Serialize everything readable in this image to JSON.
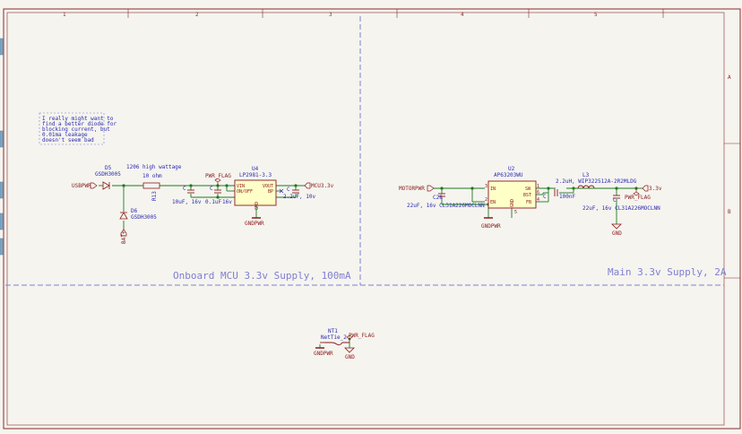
{
  "border": {
    "columns": [
      "1",
      "2",
      "3",
      "4",
      "5"
    ],
    "rows": [
      "A",
      "B"
    ]
  },
  "note": {
    "lines": [
      "I really might want to",
      "find a better diode for",
      "blocking current, but",
      "0.01ma leakage",
      "doesn't seem bad"
    ]
  },
  "mcu_supply": {
    "title": "Onboard MCU 3.3v Supply, 100mA",
    "input_label": "USBPWR",
    "bat_label": "BAT+",
    "d5": {
      "ref": "D5",
      "value": "GSDH3005"
    },
    "d6": {
      "ref": "D6",
      "value": "GSDH3005"
    },
    "r13": {
      "ref": "R13",
      "value": "10 ohm",
      "note": "1206 high wattage"
    },
    "c_in1": {
      "ref": "C",
      "value": "10uF, 16v"
    },
    "c_in2": {
      "ref": "C",
      "value": "0.1uF"
    },
    "v16": "16v",
    "pwr_flag": "PWR_FLAG",
    "u4": {
      "ref": "U4",
      "value": "LP2981-3.3",
      "pins": [
        "VIN",
        "ON/OFF",
        "VOUT",
        "BP",
        "GND"
      ]
    },
    "c_out": {
      "ref": "C",
      "value": "2.2uF, 10v"
    },
    "output_label": "MCU3.3v",
    "gnd_label": "GNDPWR"
  },
  "main_supply": {
    "title": "Main 3.3v Supply, 2A",
    "input_label": "MOTORPWR",
    "c28": {
      "ref": "C28",
      "value": "22uF, 16v CL31A226MOCLNN"
    },
    "u2": {
      "ref": "U2",
      "value": "AP63203WU",
      "pins": [
        "IN",
        "EN",
        "SW",
        "BST",
        "FB",
        "GND"
      ],
      "pin_numbers": [
        "3",
        "2",
        "1",
        "6",
        "4",
        "5"
      ]
    },
    "gnd_label": "GNDPWR",
    "cbst": {
      "ref": "C",
      "value": "100nF"
    },
    "l3": {
      "ref": "L3",
      "value": "2.2uH, WIP322512A-2R2MLDG"
    },
    "c_out": {
      "ref": "C",
      "value": "22uF, 16v CL31A226MOCLNN"
    },
    "output_label": "3.3v",
    "pwr_flag": "PWR_FLAG",
    "gnd": "GND"
  },
  "nettie": {
    "ref": "NT1",
    "value": "NetTie_2",
    "pwr_flag": "PWR_FLAG",
    "left": "GNDPWR",
    "right": "GND"
  },
  "colors": {
    "background": "#f5f4ef",
    "border": "#8a2a2a",
    "wire": "#1d7a1d",
    "part": "#8b1a1a",
    "part_fill": "#ffffc8",
    "text": "#2b2bb0",
    "divider": "#7f7fd0",
    "label": "#8b1a1a"
  }
}
